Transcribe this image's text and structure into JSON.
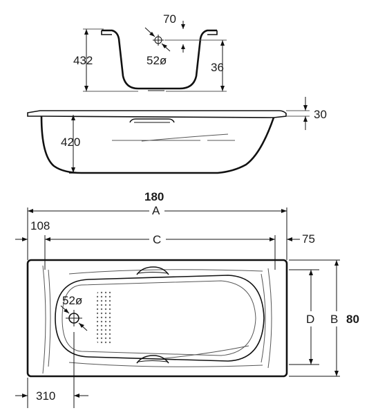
{
  "end_view": {
    "dim_total_height": "432",
    "dim_overflow_offset": "70",
    "dim_overflow_diameter": "52ø",
    "dim_overflow_height": "36"
  },
  "side_view": {
    "dim_height": "420",
    "dim_rim": "30"
  },
  "plan_view": {
    "dim_overall_length": "180",
    "label_a": "A",
    "dim_left_offset": "108",
    "label_c": "C",
    "dim_right_offset": "75",
    "dim_drain_diameter": "52ø",
    "label_d": "D",
    "label_b": "B",
    "dim_overall_width": "80",
    "dim_drain_position": "310"
  }
}
